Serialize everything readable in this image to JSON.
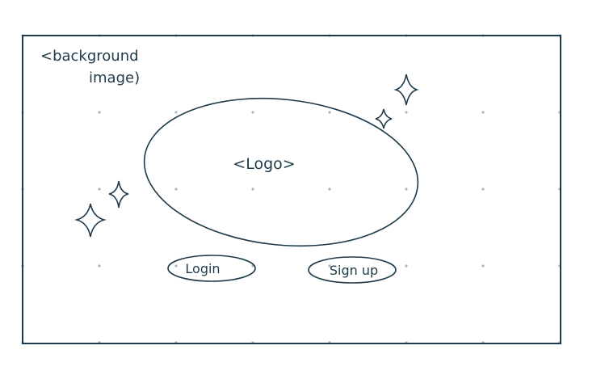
{
  "wireframe": {
    "background_label_line1": "<background",
    "background_label_line2": "image)",
    "logo_label": "<Logo>",
    "login_label": "Login",
    "signup_label": "Sign up"
  },
  "colors": {
    "ink": "#1f3a4a",
    "grid_dot": "#a9b4c6",
    "paper": "#ffffff"
  },
  "icons": [
    "sparkle-icon"
  ]
}
